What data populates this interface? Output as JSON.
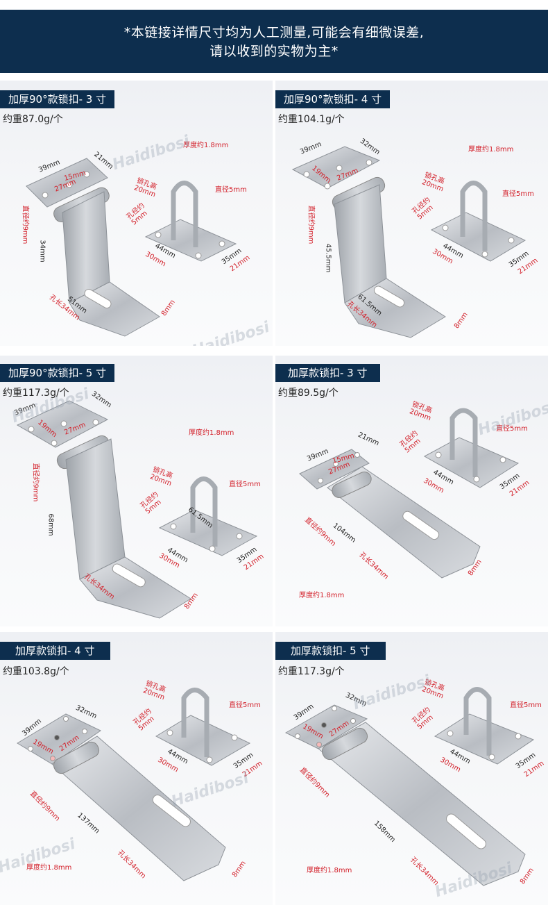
{
  "banner": {
    "line1": "*本链接详情尺寸均为人工测量,可能会有细微误差,",
    "line2": "请以收到的实物为主*",
    "color": "#0d2e4e"
  },
  "watermark": "Haidibosi",
  "accent_red": "#d3202a",
  "panels": [
    {
      "title": "加厚90°款锁扣- 3 寸",
      "weight": "约重87.0g/个",
      "thickness": "厚度约1.8mm",
      "dims": {
        "plate_width": "39mm",
        "plate_depth": "21mm",
        "hole_spacing_a": "15mm",
        "hole_spacing_b": "27mm",
        "pin_diameter": "直径约9mm",
        "height": "34mm",
        "length": "51mm",
        "slot_length": "孔长34mm",
        "tip": "8mm",
        "lock_hole_height": "锁孔高20mm",
        "ring_diameter": "直径5mm",
        "hole_diameter": "孔径约5mm",
        "base_length": "44mm",
        "base_hole_spacing": "30mm",
        "base_width": "35mm",
        "base_hole_width": "21mm"
      }
    },
    {
      "title": "加厚90°款锁扣- 4 寸",
      "weight": "约重104.1g/个",
      "thickness": "厚度约1.8mm",
      "dims": {
        "plate_width": "39mm",
        "plate_depth": "32mm",
        "hole_spacing_a": "19mm",
        "hole_spacing_b": "27mm",
        "pin_diameter": "直径约9mm",
        "height": "45.5mm",
        "length": "61.5mm",
        "slot_length": "孔长34mm",
        "tip": "8mm",
        "lock_hole_height": "锁孔高20mm",
        "ring_diameter": "直径5mm",
        "hole_diameter": "孔径约5mm",
        "base_length": "44mm",
        "base_hole_spacing": "30mm",
        "base_width": "35mm",
        "base_hole_width": "21mm"
      }
    },
    {
      "title": "加厚90°款锁扣- 5 寸",
      "weight": "约重117.3g/个",
      "thickness": "厚度约1.8mm",
      "dims": {
        "plate_width": "39mm",
        "plate_depth": "32mm",
        "hole_spacing_a": "19mm",
        "hole_spacing_b": "27mm",
        "pin_diameter": "直径约9mm",
        "height": "68mm",
        "length": "61.5mm",
        "slot_length": "孔长34mm",
        "tip": "8mm",
        "lock_hole_height": "锁孔高20mm",
        "ring_diameter": "直径5mm",
        "hole_diameter": "孔径约5mm",
        "base_length": "44mm",
        "base_hole_spacing": "30mm",
        "base_width": "35mm",
        "base_hole_width": "21mm"
      }
    },
    {
      "title": "加厚款锁扣- 3 寸",
      "weight": "约重89.5g/个",
      "thickness": "厚度约1.8mm",
      "dims": {
        "plate_width": "39mm",
        "plate_depth": "21mm",
        "hole_spacing_a": "15mm",
        "hole_spacing_b": "27mm",
        "pin_diameter": "直径约9mm",
        "length": "104mm",
        "slot_length": "孔长34mm",
        "tip": "8mm",
        "lock_hole_height": "锁孔高20mm",
        "ring_diameter": "直径5mm",
        "hole_diameter": "孔径约5mm",
        "base_length": "44mm",
        "base_hole_spacing": "30mm",
        "base_width": "35mm",
        "base_hole_width": "21mm"
      }
    },
    {
      "title": "加厚款锁扣- 4 寸",
      "weight": "约重103.8g/个",
      "thickness": "厚度约1.8mm",
      "dims": {
        "plate_width": "39mm",
        "plate_depth": "32mm",
        "hole_spacing_a": "19mm",
        "hole_spacing_b": "27mm",
        "pin_diameter": "直径约9mm",
        "length": "137mm",
        "slot_length": "孔长34mm",
        "tip": "8mm",
        "lock_hole_height": "锁孔高20mm",
        "ring_diameter": "直径5mm",
        "hole_diameter": "孔径约5mm",
        "base_length": "44mm",
        "base_hole_spacing": "30mm",
        "base_width": "35mm",
        "base_hole_width": "21mm"
      }
    },
    {
      "title": "加厚款锁扣- 5 寸",
      "weight": "约重117.3g/个",
      "thickness": "厚度约1.8mm",
      "dims": {
        "plate_width": "39mm",
        "plate_depth": "32mm",
        "hole_spacing_a": "19mm",
        "hole_spacing_b": "27mm",
        "pin_diameter": "直径约9mm",
        "length": "158mm",
        "slot_length": "孔长34mm",
        "tip": "8mm",
        "lock_hole_height": "锁孔高20mm",
        "ring_diameter": "直径5mm",
        "hole_diameter": "孔径约5mm",
        "base_length": "44mm",
        "base_hole_spacing": "30mm",
        "base_width": "35mm",
        "base_hole_width": "21mm"
      }
    }
  ]
}
